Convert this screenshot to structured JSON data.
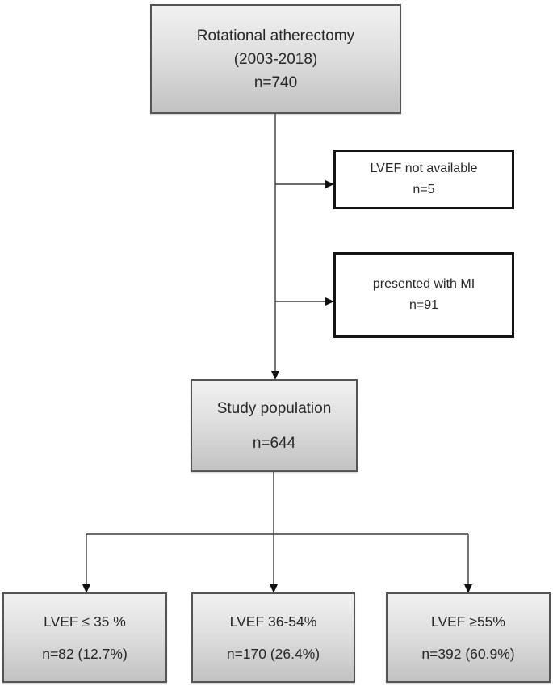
{
  "figure_type": "flowchart",
  "nodes": {
    "rotational": {
      "line1": "Rotational atherectomy",
      "line2": "(2003-2018)",
      "line3": "n=740"
    },
    "lvef_not_available": {
      "line1": "LVEF not available",
      "line2": "n=5"
    },
    "presented_mi": {
      "line1": "presented with MI",
      "line2": "n=91"
    },
    "study_population": {
      "line1": "Study population",
      "line2": "n=644"
    },
    "lvef_le35": {
      "line1": "LVEF ≤ 35 %",
      "line2": "n=82 (12.7%)"
    },
    "lvef_36_54": {
      "line1": "LVEF 36-54%",
      "line2": "n=170 (26.4%)"
    },
    "lvef_ge55": {
      "line1": "LVEF ≥55%",
      "line2": "n=392 (60.9%)"
    }
  },
  "edges": [
    {
      "from": "rotational",
      "to": "lvef_not_available"
    },
    {
      "from": "rotational",
      "to": "presented_mi"
    },
    {
      "from": "rotational",
      "to": "study_population"
    },
    {
      "from": "study_population",
      "to": "lvef_le35"
    },
    {
      "from": "study_population",
      "to": "lvef_36_54"
    },
    {
      "from": "study_population",
      "to": "lvef_ge55"
    }
  ],
  "colors": {
    "background": "#ffffff",
    "box_gradient_top": "#f1f1f1",
    "box_gradient_bottom": "#c2c2c2",
    "box_border_gray": "#555555",
    "box_border_black": "#141414",
    "connector": "#3a3a3a",
    "arrowhead": "#111111",
    "text": "#262626"
  }
}
